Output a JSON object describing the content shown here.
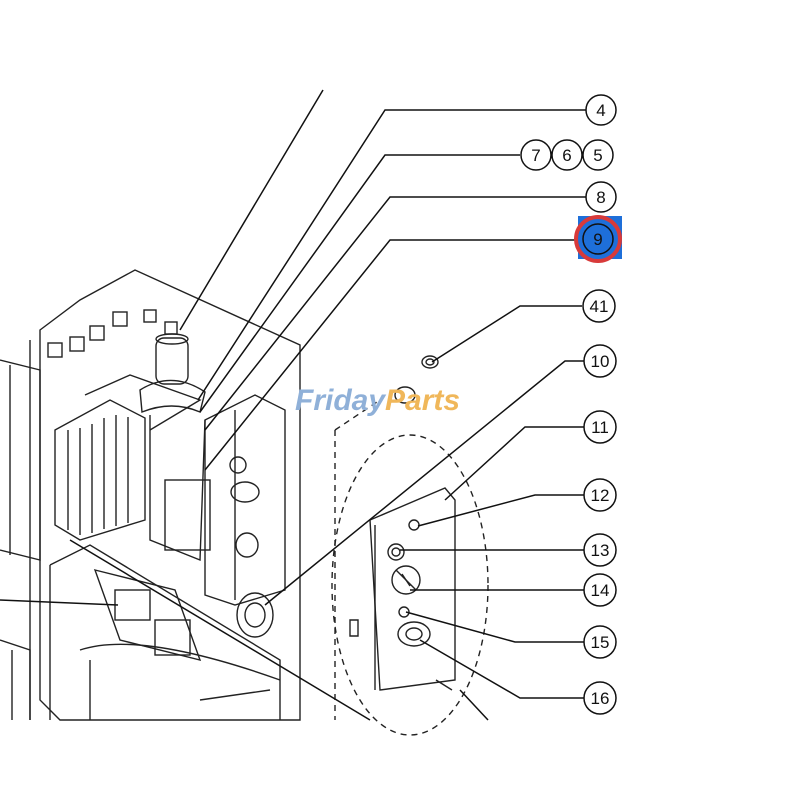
{
  "watermark": {
    "part1": "Friday",
    "part2": "Parts",
    "color1": "#8fb0d8",
    "color2": "#f0b75a"
  },
  "highlight": {
    "label": "9",
    "fill": "#1e6fd9",
    "ring": "#d83a3a"
  },
  "callouts": [
    {
      "label": "4"
    },
    {
      "label": "7"
    },
    {
      "label": "6"
    },
    {
      "label": "5"
    },
    {
      "label": "8"
    },
    {
      "label": "41"
    },
    {
      "label": "10"
    },
    {
      "label": "11"
    },
    {
      "label": "12"
    },
    {
      "label": "13"
    },
    {
      "label": "14"
    },
    {
      "label": "15"
    },
    {
      "label": "16"
    }
  ]
}
